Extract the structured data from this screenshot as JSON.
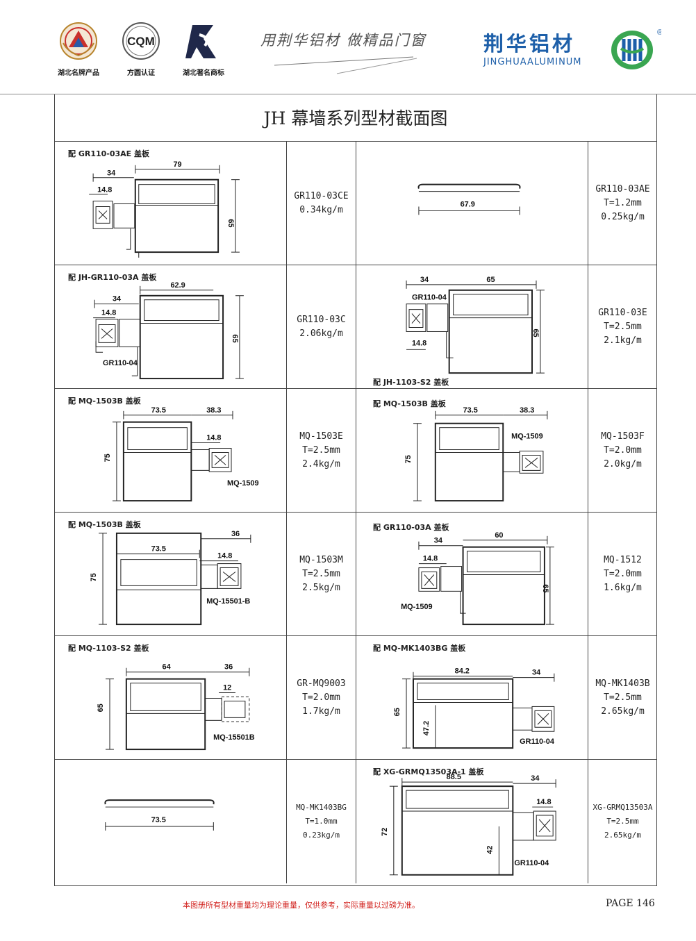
{
  "header": {
    "logos": [
      {
        "caption": "湖北名牌产品",
        "icon": "provincial-brand-seal-icon"
      },
      {
        "caption": "方圆认证",
        "icon": "cqm-certification-icon",
        "mark": "CQM"
      },
      {
        "caption": "湖北著名商标",
        "icon": "famous-trademark-icon"
      }
    ],
    "slogan": "用荆华铝材  做精品门窗",
    "brand_cn": "荆华铝材",
    "brand_en": "JINGHUAALUMINUM",
    "registered": "®",
    "colors": {
      "brand_blue": "#1d5fa9",
      "brand_green": "#3aa651"
    }
  },
  "title": "JH 幕墙系列型材截面图",
  "rows": [
    {
      "left": {
        "note": "配 GR110-03AE 盖板",
        "dims": [
          "79",
          "34",
          "14.8",
          "65"
        ],
        "code": "GR110-03CE",
        "specs": [
          "0.34kg/m"
        ]
      },
      "right": {
        "note": "",
        "dims": [
          "67.9"
        ],
        "code": "GR110-03AE",
        "specs": [
          "T=1.2mm",
          "0.25kg/m"
        ]
      }
    },
    {
      "left": {
        "note": "配 JH-GR110-03A 盖板",
        "dims": [
          "62.9",
          "34",
          "14.8",
          "65"
        ],
        "part": "GR110-04",
        "code": "GR110-03C",
        "specs": [
          "2.06kg/m"
        ]
      },
      "right": {
        "note": "配 JH-1103-S2 盖板",
        "dims": [
          "34",
          "65",
          "14.8",
          "65"
        ],
        "part": "GR110-04",
        "code": "GR110-03E",
        "specs": [
          "T=2.5mm",
          "2.1kg/m"
        ]
      }
    },
    {
      "left": {
        "note": "配 MQ-1503B 盖板",
        "dims": [
          "73.5",
          "38.3",
          "14.8",
          "75"
        ],
        "part": "MQ-1509",
        "code": "MQ-1503E",
        "specs": [
          "T=2.5mm",
          "2.4kg/m"
        ]
      },
      "right": {
        "note": "配 MQ-1503B 盖板",
        "dims": [
          "73.5",
          "38.3",
          "75"
        ],
        "part": "MQ-1509",
        "code": "MQ-1503F",
        "specs": [
          "T=2.0mm",
          "2.0kg/m"
        ]
      }
    },
    {
      "left": {
        "note": "配 MQ-1503B 盖板",
        "dims": [
          "36",
          "73.5",
          "14.8",
          "75"
        ],
        "part": "MQ-15501-B",
        "code": "MQ-1503M",
        "specs": [
          "T=2.5mm",
          "2.5kg/m"
        ]
      },
      "right": {
        "note": "配 GR110-03A 盖板",
        "dims": [
          "34",
          "60",
          "14.8",
          "65"
        ],
        "part": "MQ-1509",
        "code": "MQ-1512",
        "specs": [
          "T=2.0mm",
          "1.6kg/m"
        ]
      }
    },
    {
      "left": {
        "note": "配 MQ-1103-S2 盖板",
        "dims": [
          "64",
          "36",
          "12",
          "65"
        ],
        "part": "MQ-15501B",
        "code": "GR-MQ9003",
        "specs": [
          "T=2.0mm",
          "1.7kg/m"
        ]
      },
      "right": {
        "note": "配 MQ-MK1403BG 盖板",
        "dims": [
          "84.2",
          "34",
          "65",
          "47.2"
        ],
        "part": "GR110-04",
        "code": "MQ-MK1403B",
        "specs": [
          "T=2.5mm",
          "2.65kg/m"
        ]
      }
    },
    {
      "left": {
        "note": "",
        "dims": [
          "73.5"
        ],
        "code": "MQ-MK1403BG",
        "specs": [
          "T=1.0mm",
          "0.23kg/m"
        ]
      },
      "right": {
        "note": "配 XG-GRMQ13503A-1 盖板",
        "dims": [
          "88.5",
          "34",
          "14.8",
          "72",
          "42"
        ],
        "part": "GR110-04",
        "code": "XG-GRMQ13503A",
        "specs": [
          "T=2.5mm",
          "2.65kg/m"
        ]
      }
    }
  ],
  "footer": {
    "note": "本图册所有型材重量均为理论重量，仅供参考，实际重量以过磅为准。",
    "page": "PAGE 146",
    "note_color": "#d2231f"
  }
}
